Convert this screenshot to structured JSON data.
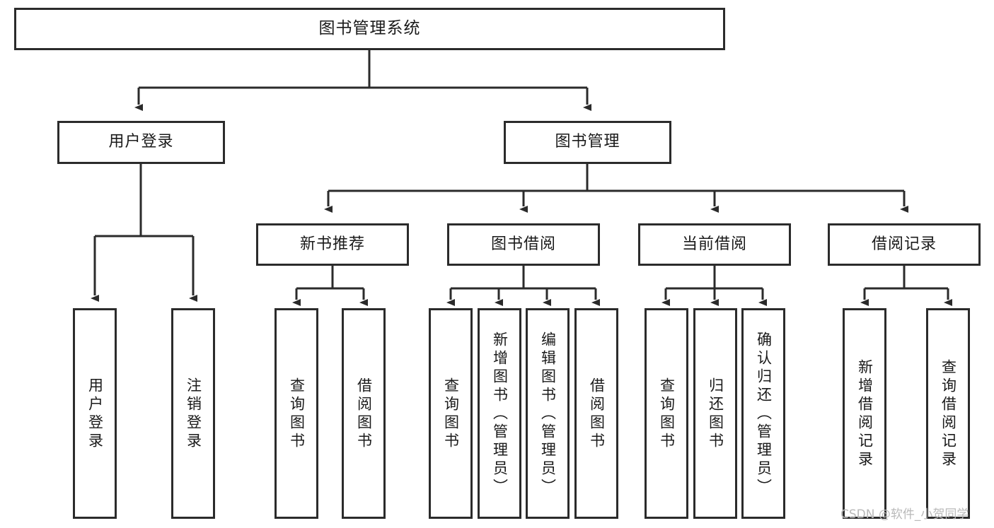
{
  "diagram": {
    "type": "tree-hierarchy",
    "title": "图书管理系统",
    "root": {
      "label": "图书管理系统"
    },
    "level2": [
      {
        "label": "用户登录"
      },
      {
        "label": "图书管理"
      }
    ],
    "level3": [
      {
        "label": "新书推荐"
      },
      {
        "label": "图书借阅"
      },
      {
        "label": "当前借阅"
      },
      {
        "label": "借阅记录"
      }
    ],
    "leaves": {
      "user_login": [
        {
          "label": "用户登录"
        },
        {
          "label": "注销登录"
        }
      ],
      "new_book_recommend": [
        {
          "label": "查询图书"
        },
        {
          "label": "借阅图书"
        }
      ],
      "book_borrow": [
        {
          "label": "查询图书"
        },
        {
          "label": "新增图书（管理员）"
        },
        {
          "label": "编辑图书（管理员）"
        },
        {
          "label": "借阅图书"
        }
      ],
      "current_borrow": [
        {
          "label": "查询图书"
        },
        {
          "label": "归还图书"
        },
        {
          "label": "确认归还（管理员）"
        }
      ],
      "borrow_records": [
        {
          "label": "新增借阅记录"
        },
        {
          "label": "查询借阅记录"
        }
      ]
    }
  },
  "watermark": {
    "text": "CSDN @软件_小贺同学"
  },
  "colors": {
    "border": "#2b2b2b",
    "background": "#ffffff",
    "text": "#1a1a1a",
    "watermark": "#b9b9b9"
  }
}
